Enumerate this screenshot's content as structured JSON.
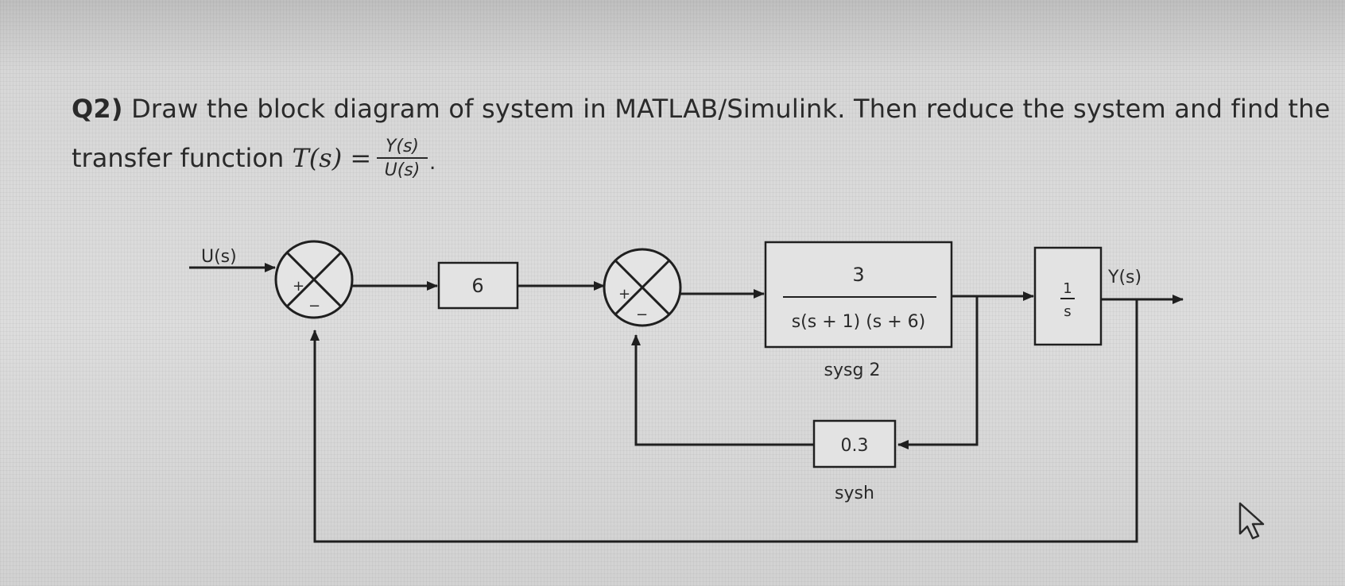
{
  "question": {
    "number": "Q2)",
    "text": "Draw the block diagram of system in MATLAB/Simulink. Then reduce the system and find the",
    "tf_prefix": "transfer function ",
    "tf_lhs": "T(s) =",
    "tf_num": "Y(s)",
    "tf_den": "U(s)",
    "tf_suffix": "."
  },
  "diagram": {
    "input_label": "U(s)",
    "output_label": "Y(s)",
    "sum1_signs": {
      "plus": "+",
      "minus": "−"
    },
    "sum2_signs": {
      "plus": "+",
      "minus": "−"
    },
    "gain_block": "6",
    "tf_block": {
      "numerator": "3",
      "denominator": "s(s + 1) (s + 6)",
      "name": "sysg 2"
    },
    "integrator": {
      "numerator": "1",
      "denominator": "s"
    },
    "feedback_block": {
      "value": "0.3",
      "name": "sysh"
    }
  },
  "colors": {
    "line": "#1f1f1f",
    "block_fill": "#e3e3e3",
    "text": "#2a2a2a"
  }
}
